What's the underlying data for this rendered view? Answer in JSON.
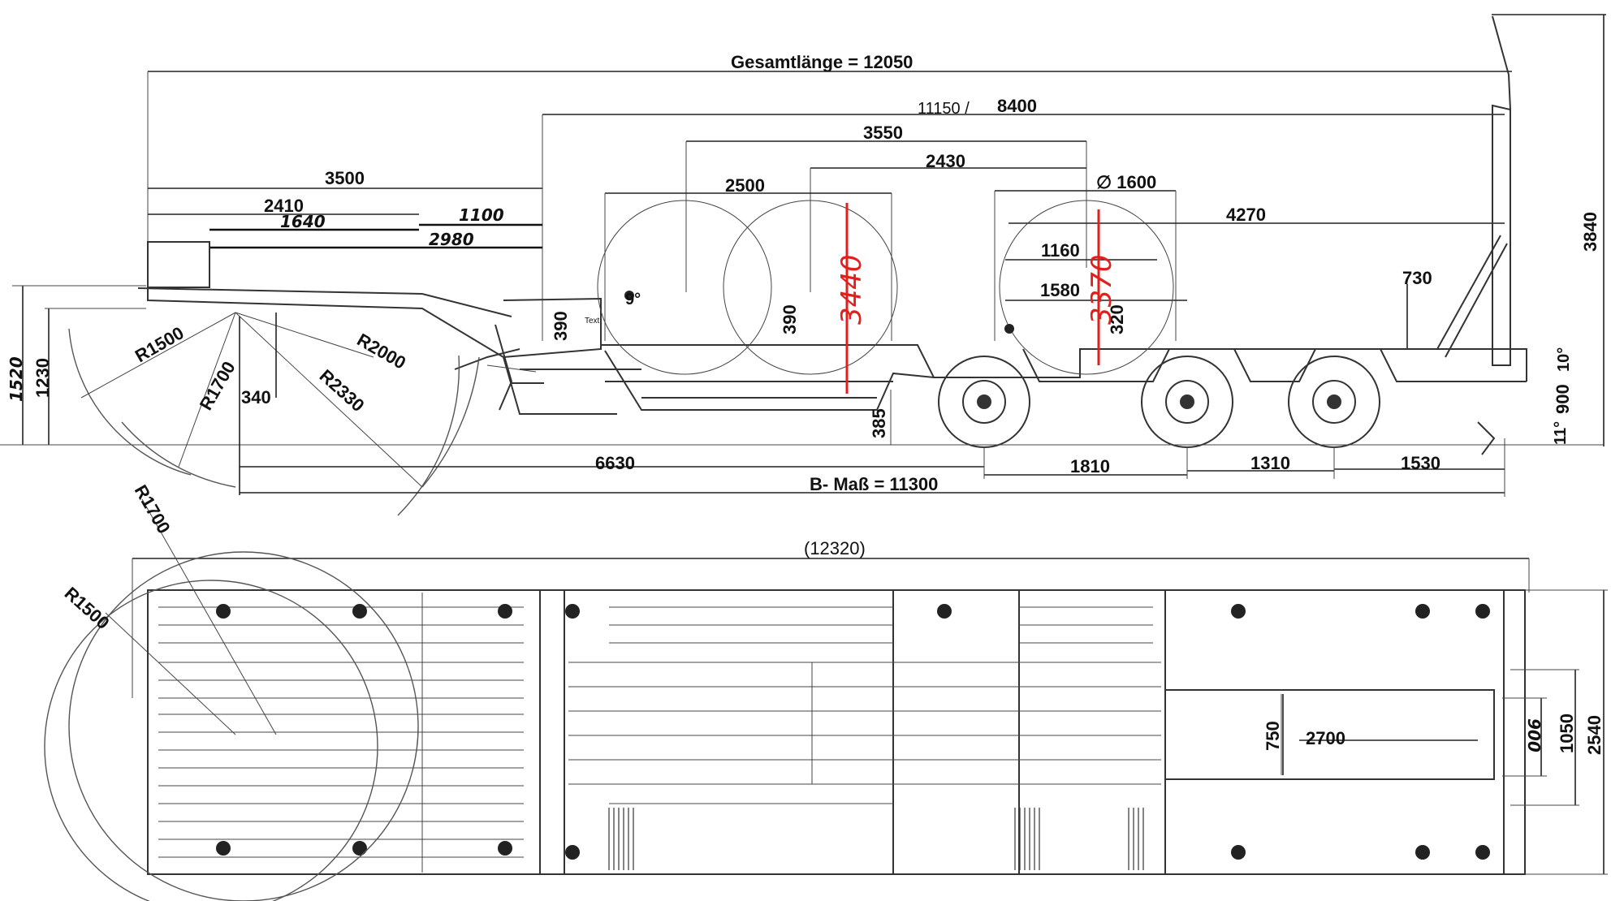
{
  "side_view": {
    "total_length": "Gesamtlänge = 12050",
    "overall_11150": "11150 /",
    "overall_8400": "8400",
    "d3550": "3550",
    "d2430": "2430",
    "d2500": "2500",
    "diameter": "∅ 1600",
    "d4270": "4270",
    "d3500": "3500",
    "d2410": "2410",
    "d1640": "1640",
    "d1100": "1100",
    "d2980": "2980",
    "d1160": "1160",
    "d1580": "1580",
    "d730": "730",
    "d3840": "3840",
    "d1520": "1520",
    "d1230": "1230",
    "d390a": "390",
    "d390b": "390",
    "d320": "320",
    "d385": "385",
    "d340": "340",
    "d10deg": "10°",
    "d900": "900",
    "d11deg": "11°",
    "d9deg": "9°",
    "text_label": "Text",
    "r1500": "R1500",
    "r1700": "R1700",
    "r2000": "R2000",
    "r2330": "R2330",
    "red_3440": "3440",
    "red_3370": "3370",
    "d6630": "6630",
    "d1810": "1810",
    "d1310": "1310",
    "d1530": "1530",
    "b_mass": "B- Maß = 11300"
  },
  "top_view": {
    "d12320": "(12320)",
    "r1700": "R1700",
    "r1500": "R1500",
    "d750": "750",
    "d2700": "2700",
    "d900": "900",
    "d1050": "1050",
    "d2540": "2540"
  },
  "colors": {
    "line": "#222222",
    "red_annotation": "#e0201c"
  }
}
